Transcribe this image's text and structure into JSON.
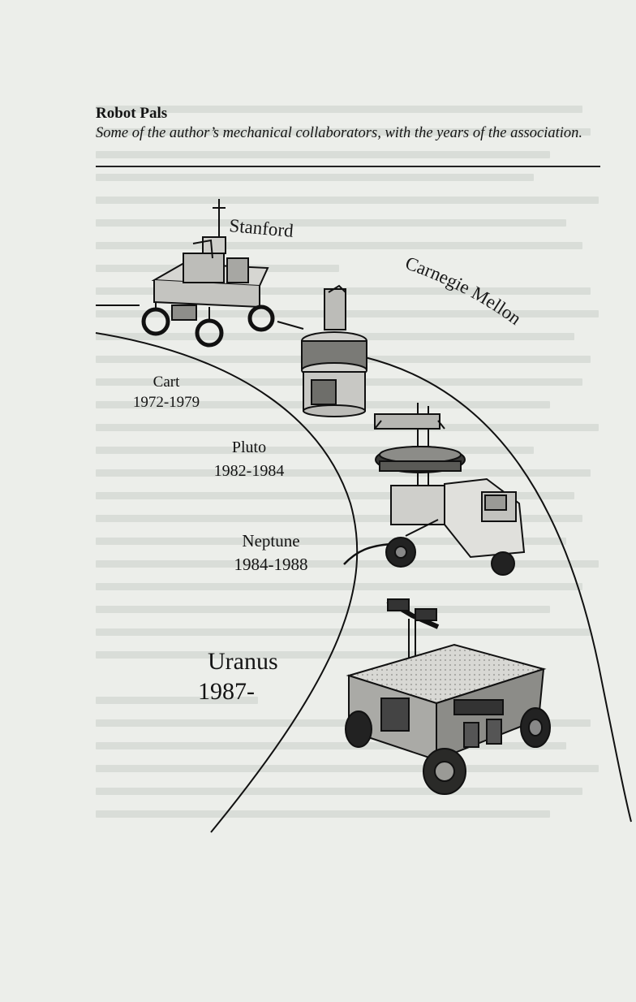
{
  "caption": {
    "title": "Robot Pals",
    "text": "Some of the author’s mechanical collaborators, with the years of the association."
  },
  "institutions": {
    "stanford": "Stanford",
    "cmu": "Carnegie Mellon"
  },
  "robots": [
    {
      "name": "Cart",
      "years": "1972-1979"
    },
    {
      "name": "Pluto",
      "years": "1982-1984"
    },
    {
      "name": "Neptune",
      "years": "1984-1988"
    },
    {
      "name": "Uranus",
      "years": "1987-"
    }
  ],
  "colors": {
    "paper": "#eceeea",
    "ink": "#141414"
  }
}
